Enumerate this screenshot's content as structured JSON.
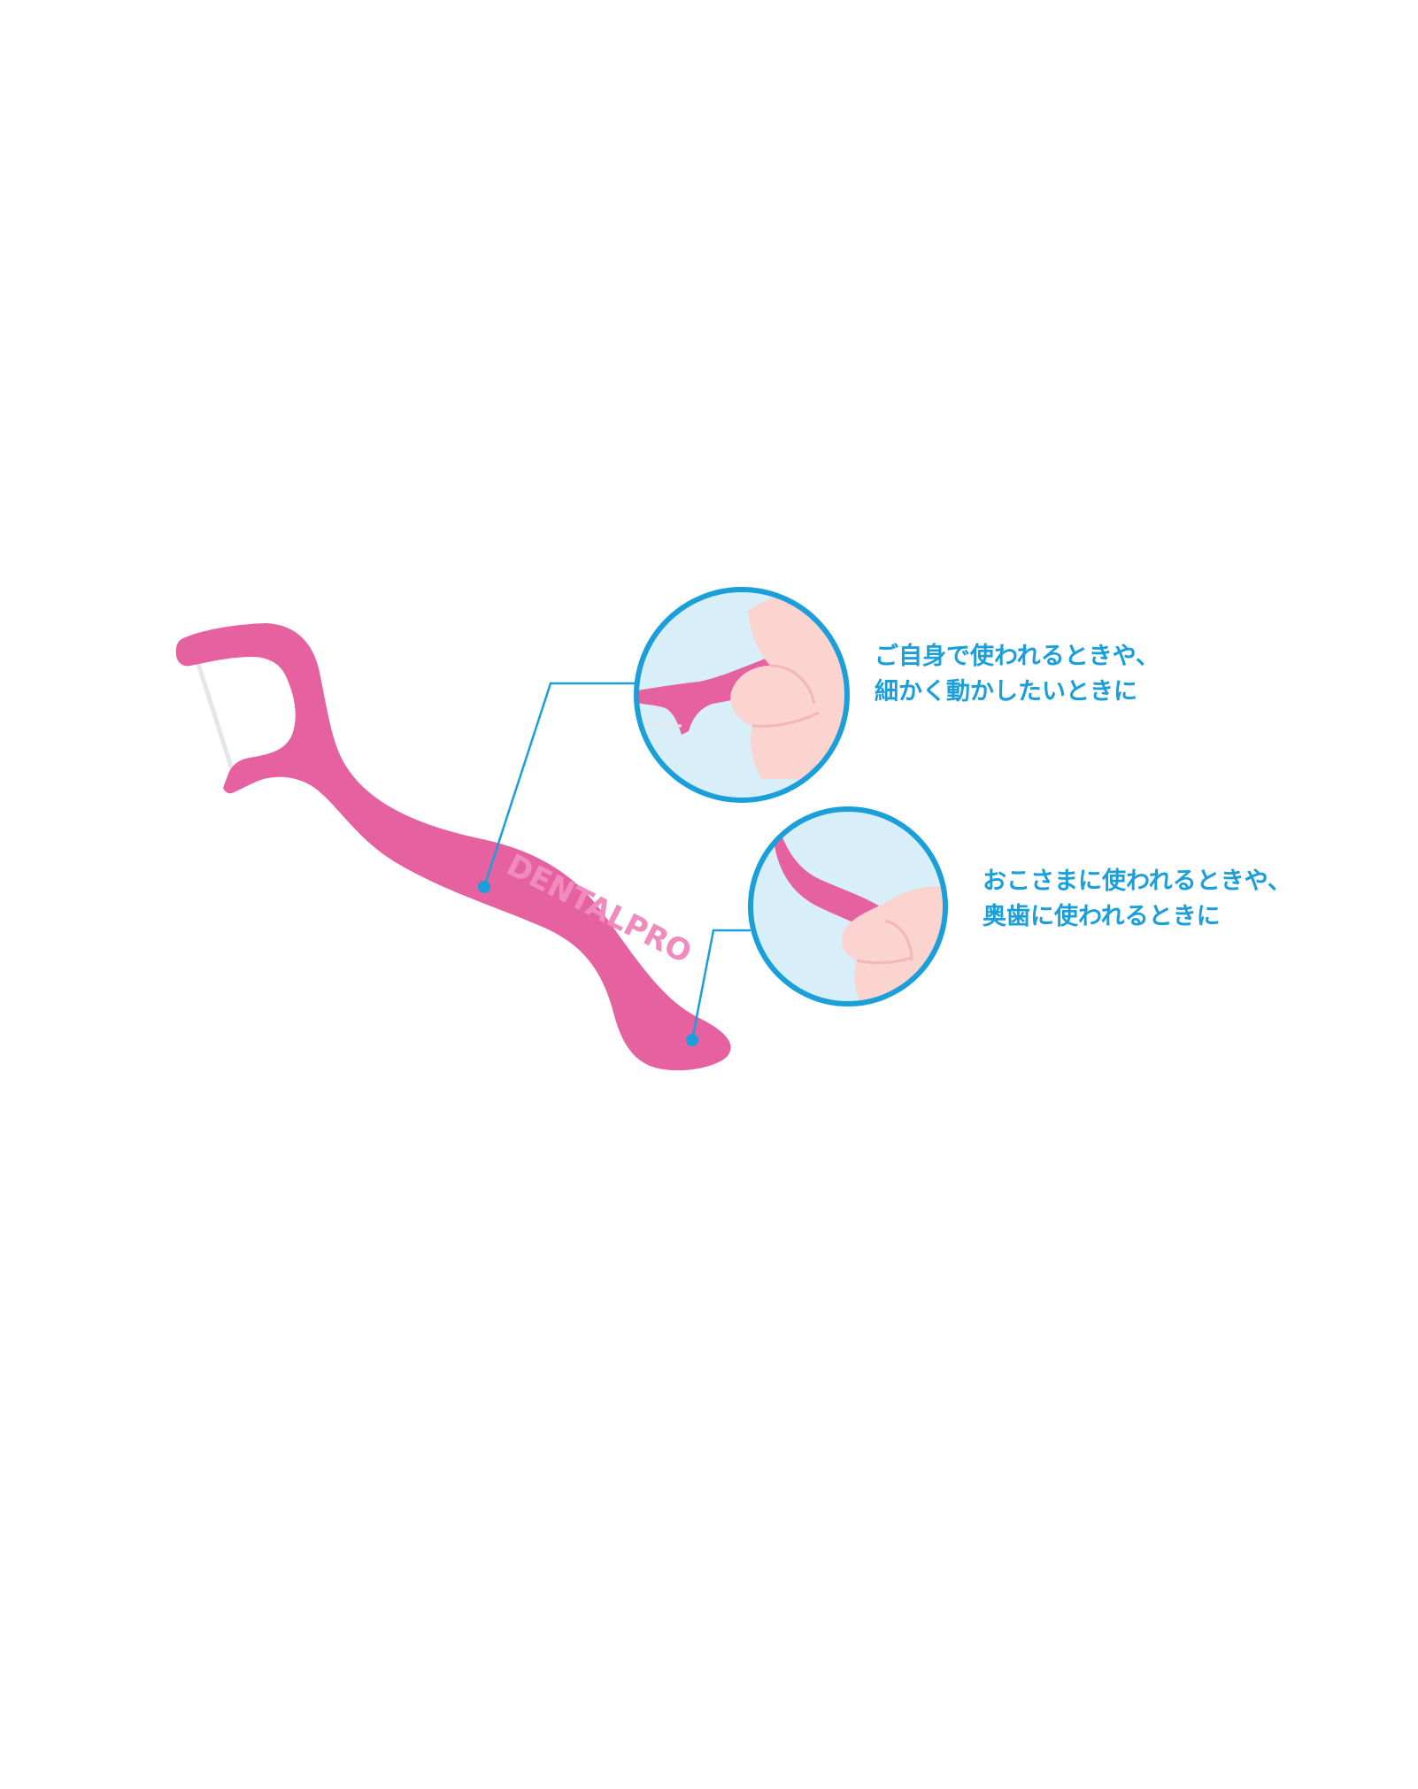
{
  "colors": {
    "accent": "#1a9fda",
    "pick_pink": "#e6619f",
    "pick_pink_dark": "#d24d8c",
    "pick_emboss": "#f08bbd",
    "circle_fill": "#d8eef9",
    "skin": "#fbd3cf",
    "skin_shade": "#f3b8b3",
    "floss": "#e6e6ea",
    "background": "#ffffff"
  },
  "pick": {
    "brand_text": "DENTALPRO"
  },
  "callouts": [
    {
      "id": "fine-movement",
      "lines": [
        "ご自身で使われるときや、",
        "細かく動かしたいときに"
      ]
    },
    {
      "id": "children-back-teeth",
      "lines": [
        "おこさまに使われるときや、",
        "奥歯に使われるときに"
      ]
    }
  ]
}
